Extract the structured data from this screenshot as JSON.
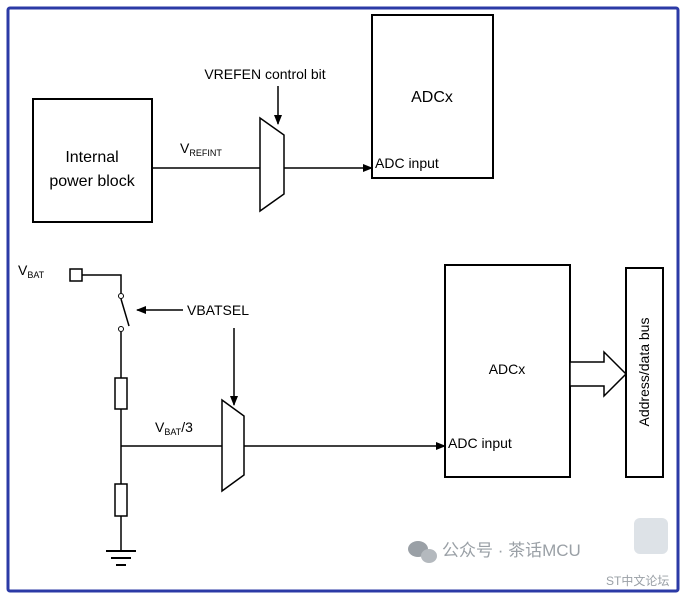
{
  "diagram": {
    "top_section": {
      "internal_block": {
        "line1": "Internal",
        "line2": "power block"
      },
      "signal_label": {
        "main": "V",
        "subscript": "REFINT"
      },
      "control_label": "VREFEN control bit",
      "adc": {
        "title": "ADCx",
        "input_label": "ADC input"
      }
    },
    "bottom_section": {
      "vbat_pin": {
        "main": "V",
        "subscript": "BAT"
      },
      "select_label": "VBATSEL",
      "signal_label": {
        "main": "V",
        "subscript": "BAT",
        "suffix": "/3"
      },
      "adc": {
        "title": "ADCx",
        "input_label": "ADC input"
      },
      "bus_label": "Address/data bus"
    }
  },
  "watermark": {
    "primary": "公众号 · 茶话MCU",
    "secondary": "ST中文论坛"
  },
  "colors": {
    "frame": "#2b3aa6",
    "lines": "#000000",
    "watermark": "#9aa0a6"
  }
}
